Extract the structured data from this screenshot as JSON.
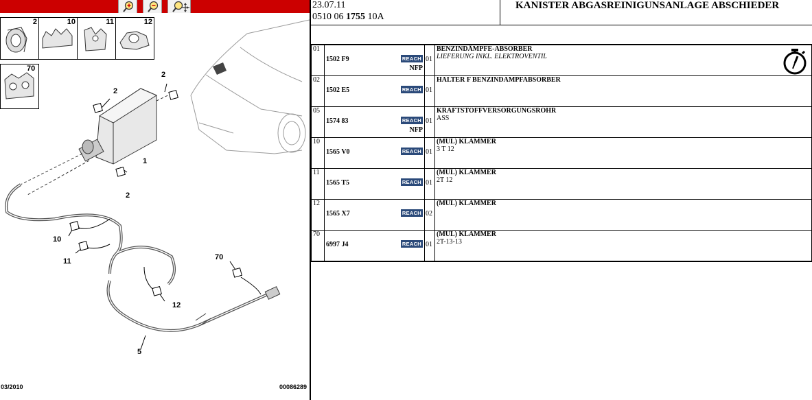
{
  "toolbar": {
    "buttons": [
      {
        "name": "zoom-in",
        "icon": "zoom-in-icon"
      },
      {
        "name": "zoom-out",
        "icon": "zoom-out-icon"
      },
      {
        "name": "zoom-pan",
        "icon": "zoom-pan-icon"
      }
    ],
    "background": "#cc0000"
  },
  "diagram": {
    "thumbnails": [
      "2",
      "10",
      "11",
      "12",
      "70"
    ],
    "callouts": [
      "2",
      "2",
      "1",
      "2",
      "10",
      "11",
      "70",
      "12",
      "5"
    ],
    "footer_left": "03/2010",
    "footer_right": "00086289"
  },
  "header": {
    "date": "23.07.11",
    "code_prefix": "0510 06",
    "code_bold": "1755",
    "code_suffix": "10A",
    "title": "KANISTER ABGASREINIGUNSANLAGE ABSCHIEDER"
  },
  "parts": [
    {
      "index": "01",
      "ref": "1502 F9",
      "reach": "REACH",
      "nfp": "NFP",
      "qty": "01",
      "title": "BENZINDÄMPFE-ABSORBER",
      "sub": "LIEFERUNG INKL. ELEKTROVENTIL",
      "sub_italic": true,
      "stopwatch": true
    },
    {
      "index": "02",
      "ref": "1502 E5",
      "reach": "REACH",
      "nfp": "",
      "qty": "01",
      "title": "HALTER F BENZINDAMPFABSORBER",
      "sub": "",
      "sub_italic": false,
      "stopwatch": false
    },
    {
      "index": "05",
      "ref": "1574 83",
      "reach": "REACH",
      "nfp": "NFP",
      "qty": "01",
      "title": "KRAFTSTOFFVERSORGUNGSROHR",
      "sub": "ASS",
      "sub_italic": false,
      "stopwatch": false
    },
    {
      "index": "10",
      "ref": "1565 V0",
      "reach": "REACH",
      "nfp": "",
      "qty": "01",
      "title": "(MUL) KLAMMER",
      "sub": "3 T 12",
      "sub_italic": false,
      "stopwatch": false
    },
    {
      "index": "11",
      "ref": "1565 T5",
      "reach": "REACH",
      "nfp": "",
      "qty": "01",
      "title": "(MUL) KLAMMER",
      "sub": "2T 12",
      "sub_italic": false,
      "stopwatch": false
    },
    {
      "index": "12",
      "ref": "1565 X7",
      "reach": "REACH",
      "nfp": "",
      "qty": "02",
      "title": "(MUL) KLAMMER",
      "sub": "",
      "sub_italic": false,
      "stopwatch": false
    },
    {
      "index": "70",
      "ref": "6997 J4",
      "reach": "REACH",
      "nfp": "",
      "qty": "01",
      "title": "(MUL) KLAMMER",
      "sub": "2T-13-13",
      "sub_italic": false,
      "stopwatch": false
    }
  ],
  "colors": {
    "reach_badge": "#2b4a7a",
    "toolbar": "#cc0000"
  }
}
